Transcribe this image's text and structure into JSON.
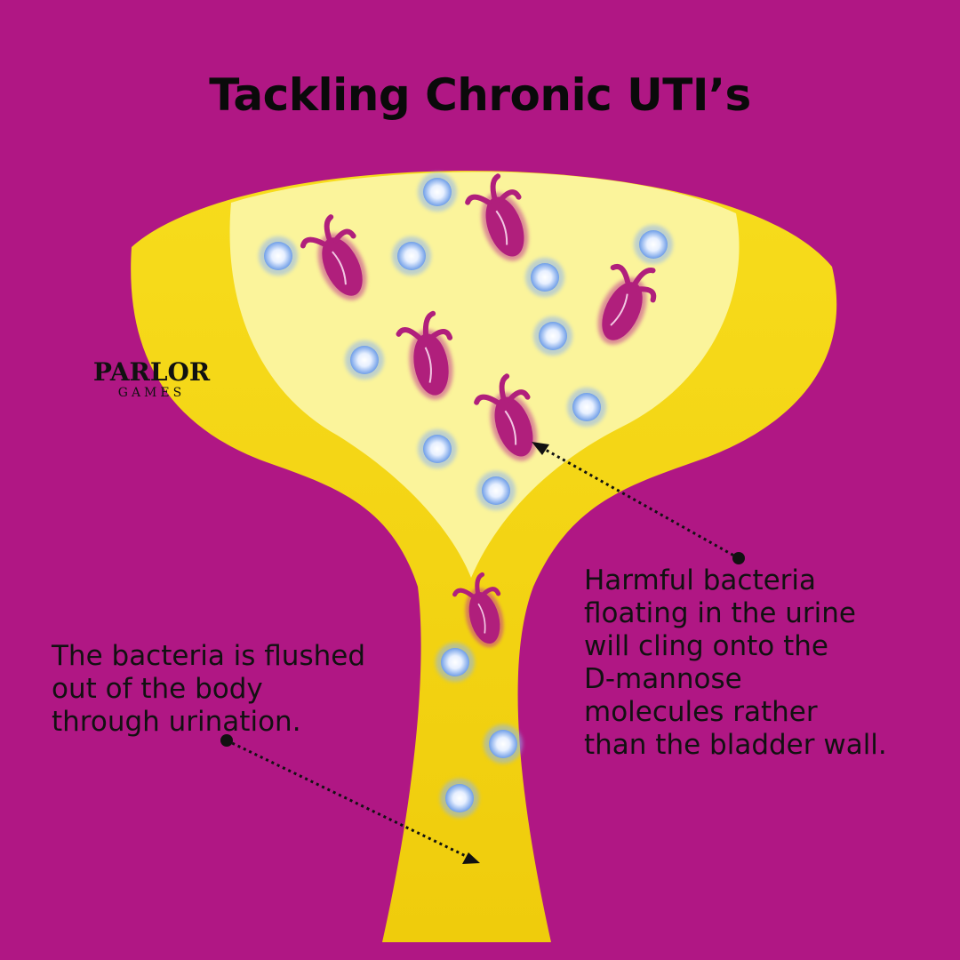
{
  "title": "Tackling Chronic UTI’s",
  "logo": {
    "name": "PARLOR",
    "sub": "GAMES"
  },
  "captions": {
    "left": "The bacteria is flushed\nout of the body\nthrough urination.",
    "right": "Harmful bacteria\nfloating in the urine\nwill cling onto the\nD-mannose\nmolecules rather\nthan the bladder wall."
  },
  "colors": {
    "frame": "#b01784",
    "bladder_outer": "#f5d60e",
    "bladder_inner": "#fbf59a",
    "bacteria": "#b5267f",
    "mannose": "#7aa7ee"
  }
}
